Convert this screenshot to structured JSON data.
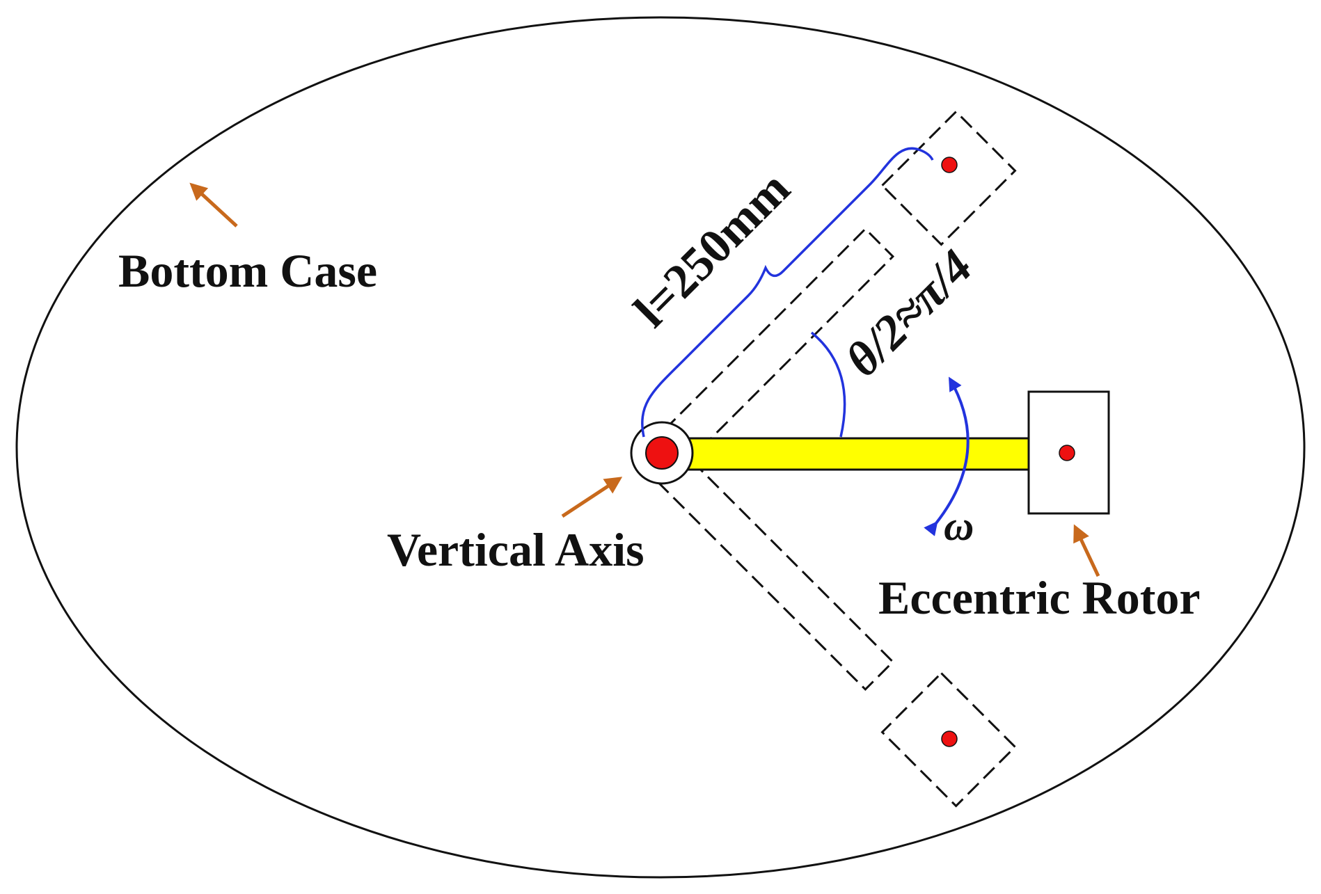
{
  "labels": {
    "bottom_case": "Bottom Case",
    "vertical_axis": "Vertical Axis",
    "eccentric_rotor": "Eccentric Rotor",
    "length": "l=250mm",
    "angle": "θ/2≈π/4",
    "omega": "ω"
  },
  "colors": {
    "outline": "#111111",
    "arm_fill": "#ffff00",
    "axis_dot": "#ee1111",
    "pointer_arrow": "#c8691c",
    "dimension": "#2233dd",
    "background": "#ffffff"
  }
}
